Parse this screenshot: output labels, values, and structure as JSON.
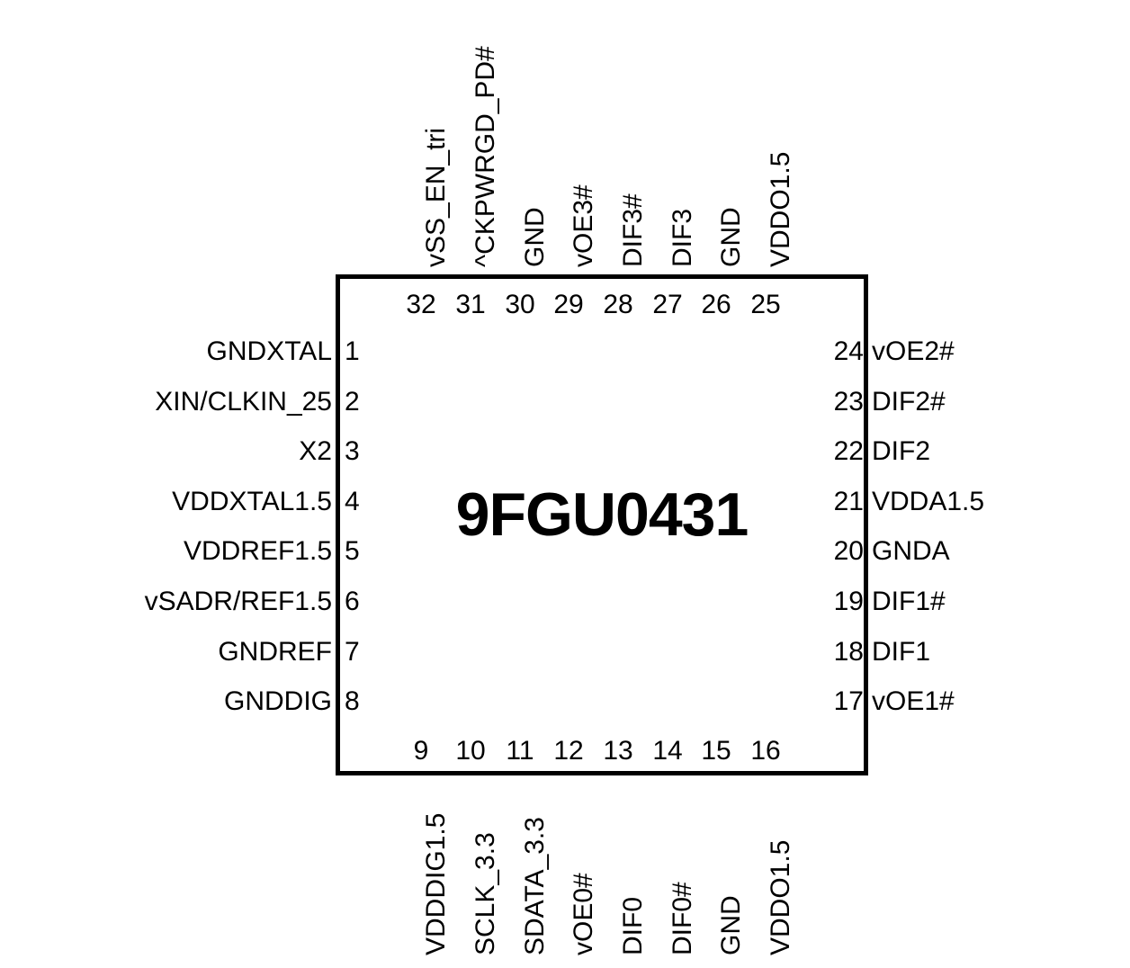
{
  "diagram": {
    "type": "ic-pinout",
    "package_pin_count": 32,
    "part_number": "9FGU0431",
    "pins": {
      "left": [
        {
          "number": "1",
          "name": "GNDXTAL"
        },
        {
          "number": "2",
          "name": "XIN/CLKIN_25"
        },
        {
          "number": "3",
          "name": "X2"
        },
        {
          "number": "4",
          "name": "VDDXTAL1.5"
        },
        {
          "number": "5",
          "name": "VDDREF1.5"
        },
        {
          "number": "6",
          "name": "vSADR/REF1.5"
        },
        {
          "number": "7",
          "name": "GNDREF"
        },
        {
          "number": "8",
          "name": "GNDDIG"
        }
      ],
      "bottom": [
        {
          "number": "9",
          "name": "VDDDIG1.5"
        },
        {
          "number": "10",
          "name": "SCLK_3.3"
        },
        {
          "number": "11",
          "name": "SDATA_3.3"
        },
        {
          "number": "12",
          "name": "vOE0#"
        },
        {
          "number": "13",
          "name": "DIF0"
        },
        {
          "number": "14",
          "name": "DIF0#"
        },
        {
          "number": "15",
          "name": "GND"
        },
        {
          "number": "16",
          "name": "VDDO1.5"
        }
      ],
      "right": [
        {
          "number": "24",
          "name": "vOE2#"
        },
        {
          "number": "23",
          "name": "DIF2#"
        },
        {
          "number": "22",
          "name": "DIF2"
        },
        {
          "number": "21",
          "name": "VDDA1.5"
        },
        {
          "number": "20",
          "name": "GNDA"
        },
        {
          "number": "19",
          "name": "DIF1#"
        },
        {
          "number": "18",
          "name": "DIF1"
        },
        {
          "number": "17",
          "name": "vOE1#"
        }
      ],
      "top": [
        {
          "number": "32",
          "name": "vSS_EN_tri"
        },
        {
          "number": "31",
          "name": "^CKPWRGD_PD#"
        },
        {
          "number": "30",
          "name": "GND"
        },
        {
          "number": "29",
          "name": "vOE3#"
        },
        {
          "number": "28",
          "name": "DIF3#"
        },
        {
          "number": "27",
          "name": "DIF3"
        },
        {
          "number": "26",
          "name": "GND"
        },
        {
          "number": "25",
          "name": "VDDO1.5"
        }
      ]
    },
    "colors": {
      "outline": "#000000",
      "text": "#000000",
      "background": "#ffffff"
    }
  }
}
